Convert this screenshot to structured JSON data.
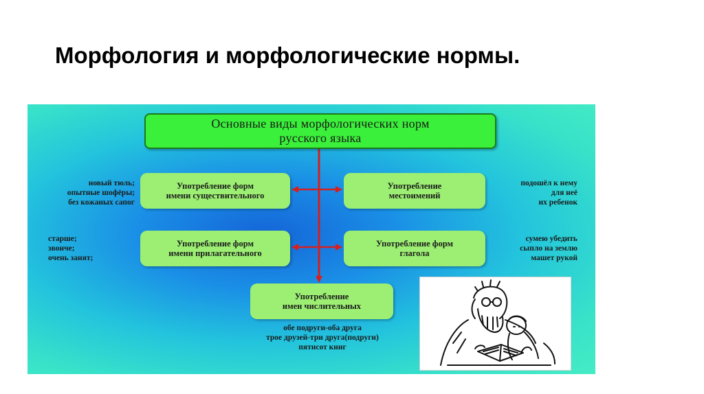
{
  "slide": {
    "title": "Морфология и морфологические нормы."
  },
  "diagram": {
    "main_box": {
      "line1": "Основные виды морфологических норм",
      "line2": "русского языка"
    },
    "boxes": {
      "noun": {
        "line1": "Употребление форм",
        "line2": "имени существительного"
      },
      "pronoun": {
        "line1": "Употребление",
        "line2": "местоимений"
      },
      "adjective": {
        "line1": "Употребление форм",
        "line2": "имени прилагательного"
      },
      "verb": {
        "line1": "Употребление форм",
        "line2": "глагола"
      },
      "numeral": {
        "line1": "Употребление",
        "line2": "имен числительных"
      }
    },
    "examples": {
      "noun": [
        "новый тюль;",
        "опытные шофёры;",
        "без кожаных сапог"
      ],
      "pronoun": [
        "подошёл к нему",
        "для неё",
        "их ребенок"
      ],
      "adjective": [
        "старше;",
        "звонче;",
        "очень занят;"
      ],
      "verb": [
        "сумею убедить",
        "сыпло на землю",
        "машет рукой"
      ],
      "numeral": [
        "обе подруги-оба друга",
        "трое друзей-три друга(подруги)",
        "пятисот книг"
      ]
    },
    "colors": {
      "arrow": "#d42020",
      "box_fill": "#9cef73",
      "main_box_fill": "#3af03a"
    },
    "illustration": "grandfather-reading-to-child-drawing"
  }
}
